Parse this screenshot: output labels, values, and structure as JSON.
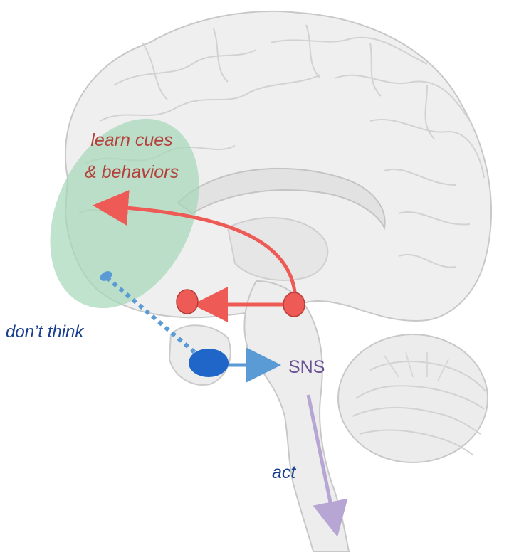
{
  "labels": {
    "learn": [
      "learn cues",
      "& behaviors"
    ],
    "dont_think": "don’t think",
    "sns": "SNS",
    "act": "act"
  },
  "colors": {
    "red": "#ee5a55",
    "red_text": "#b5403c",
    "blue": "#1f66c8",
    "blue_light": "#5b9bd5",
    "blue_text": "#1a3f8f",
    "purple": "#b7a6d3",
    "purple_text": "#6a5296",
    "green_region": "#a5d7b8",
    "brain_fill": "#efefef",
    "brain_line": "#c8c8c8"
  }
}
